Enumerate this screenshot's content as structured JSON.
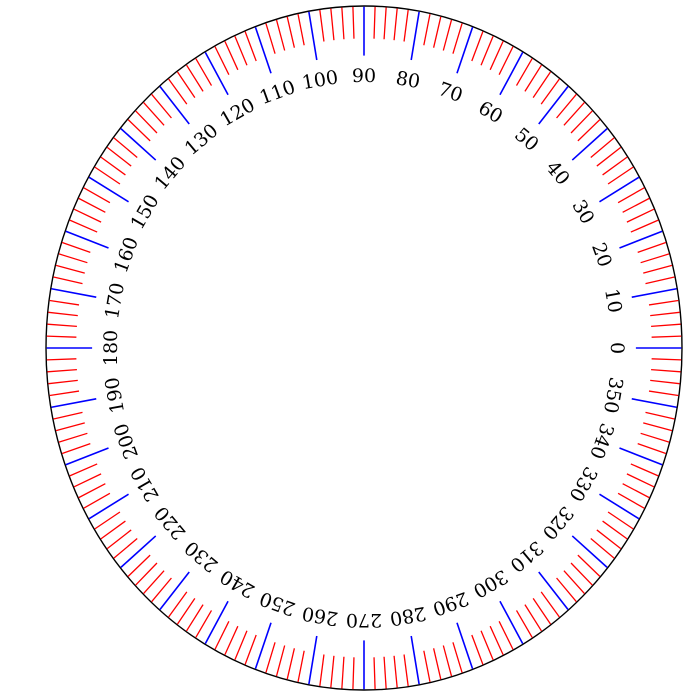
{
  "dial": {
    "degree_step": 10,
    "minor_step": 2,
    "labels": [
      "0",
      "10",
      "20",
      "30",
      "40",
      "50",
      "60",
      "70",
      "80",
      "90",
      "100",
      "110",
      "120",
      "130",
      "140",
      "150",
      "160",
      "170",
      "180",
      "190",
      "200",
      "210",
      "220",
      "230",
      "240",
      "250",
      "260",
      "270",
      "280",
      "290",
      "300",
      "310",
      "320",
      "330",
      "340",
      "350"
    ],
    "colors": {
      "rim": "#000000",
      "minor_tick": "#ff0000",
      "major_tick": "#0000ff",
      "label": "#000000"
    }
  }
}
